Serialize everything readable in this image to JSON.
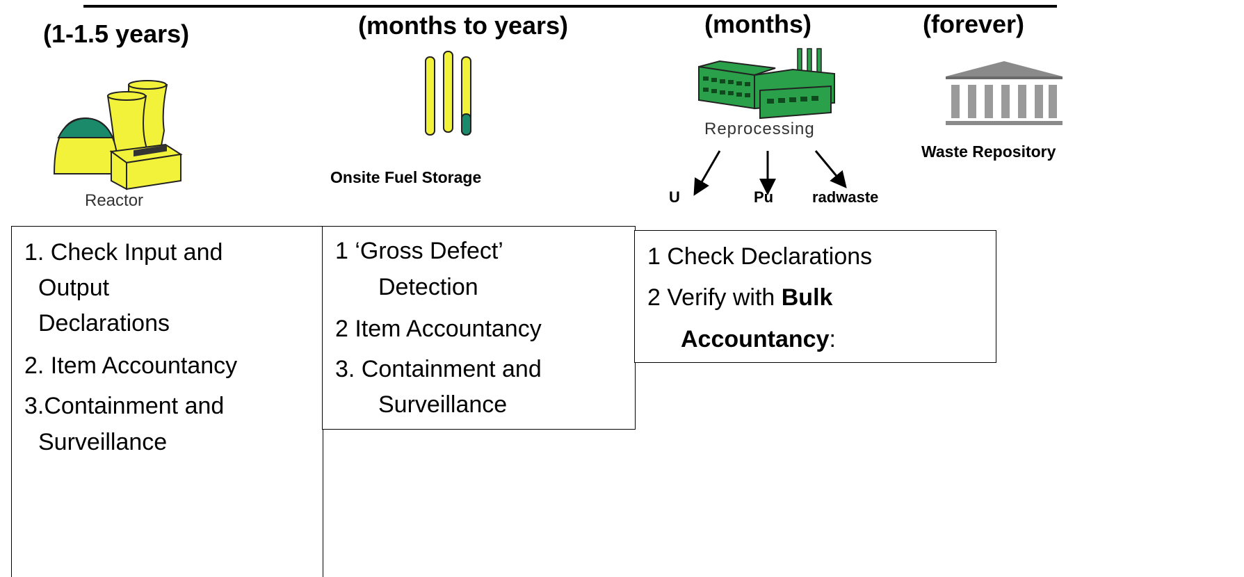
{
  "durations": {
    "reactor": "(1-1.5 years)",
    "storage": "(months to years)",
    "reprocessing": "(months)",
    "repository": "(forever)"
  },
  "captions": {
    "reactor": "Reactor",
    "storage": "Onsite Fuel Storage",
    "reprocessing": "Reprocessing",
    "repository": "Waste Repository",
    "outputs": [
      "U",
      "Pu",
      "radwaste"
    ]
  },
  "boxes": {
    "reactor": [
      "1. Check Input and",
      " Output",
      " Declarations",
      "2. Item Accountancy",
      "3.Containment and",
      " Surveillance"
    ],
    "storage": [
      "1 ‘Gross Defect’",
      "   Detection",
      "2 Item Accountancy",
      "3. Containment and",
      "   Surveillance"
    ],
    "reprocessing": {
      "line1": "1 Check Declarations",
      "line2_prefix": "2 Verify with ",
      "line2_bold": "Bulk",
      "line3_bold": "Accountancy",
      "line3_suffix": ":"
    }
  },
  "colors": {
    "yellow": "#f2f23a",
    "teal": "#1a8a6a",
    "green": "#2aa04a",
    "grey": "#8a8a8a"
  },
  "icons": [
    "reactor-icon",
    "fuel-rods-icon",
    "factory-icon",
    "repository-icon"
  ]
}
